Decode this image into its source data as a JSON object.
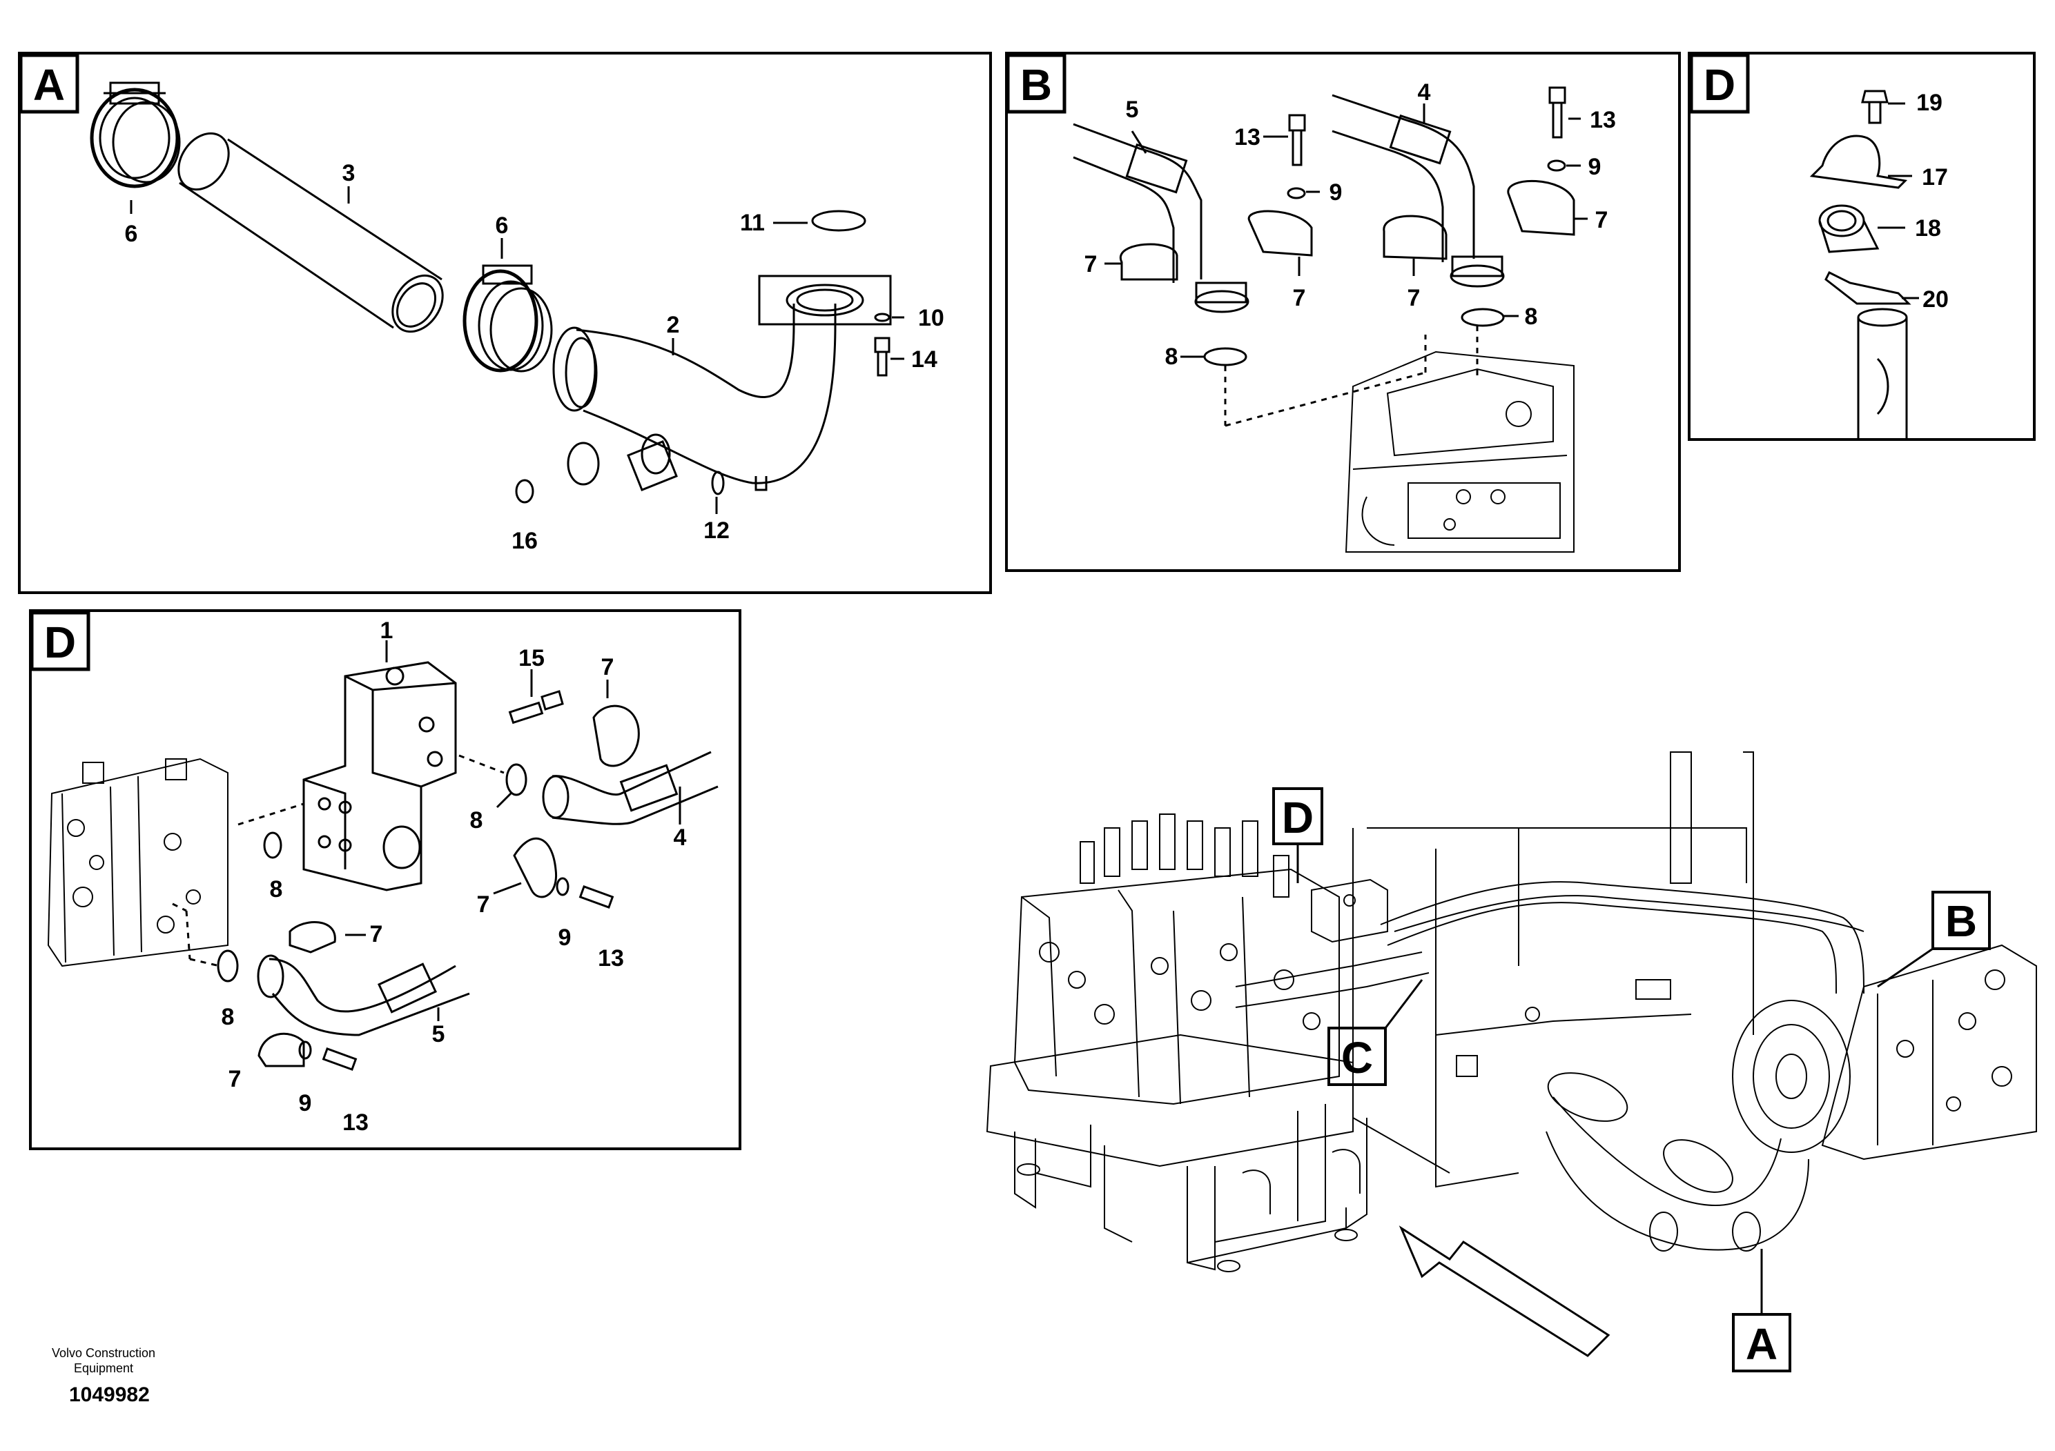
{
  "panels": {
    "A": {
      "letter": "A",
      "labels": [
        "3",
        "6",
        "6",
        "11",
        "2",
        "10",
        "14",
        "16",
        "12"
      ]
    },
    "B": {
      "letter": "B",
      "labels": [
        "5",
        "4",
        "13",
        "13",
        "9",
        "9",
        "7",
        "7",
        "7",
        "7",
        "8",
        "8"
      ]
    },
    "D_top": {
      "letter": "D",
      "labels": [
        "19",
        "17",
        "18",
        "20"
      ]
    },
    "D_main": {
      "letter": "D",
      "labels": [
        "1",
        "15",
        "7",
        "8",
        "4",
        "8",
        "7",
        "9",
        "13",
        "7",
        "8",
        "5",
        "7",
        "9",
        "13"
      ]
    }
  },
  "overview_callouts": {
    "D": "D",
    "B": "B",
    "C": "C",
    "A": "A"
  },
  "footer": {
    "company_line1": "Volvo Construction",
    "company_line2": "Equipment",
    "drawing_number": "1049982"
  }
}
